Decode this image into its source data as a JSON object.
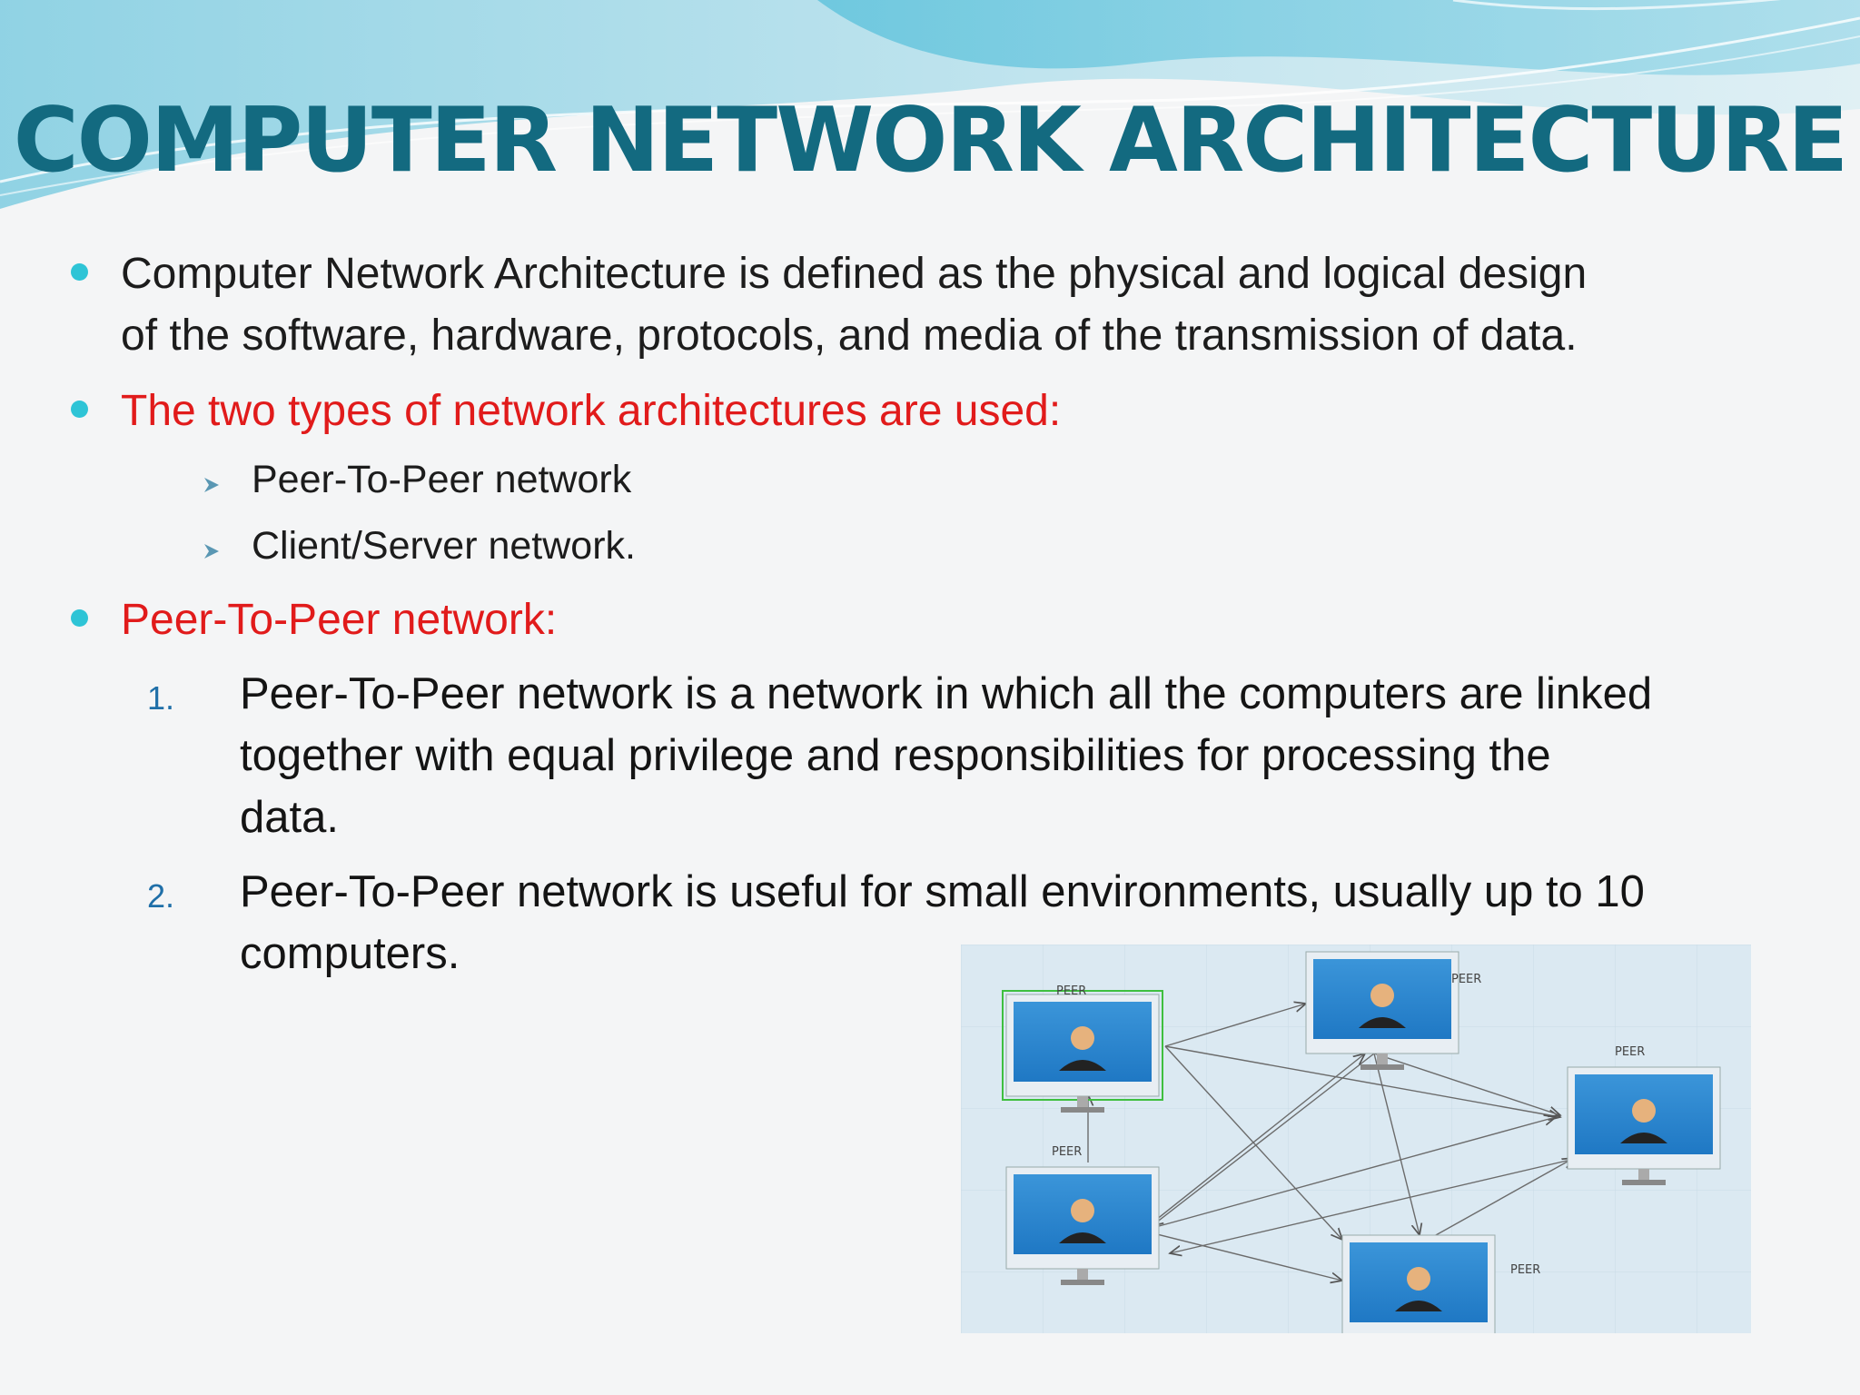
{
  "slide": {
    "title": "COMPUTER NETWORK ARCHITECTURE",
    "bullets": [
      {
        "line1": "Computer Network Architecture is defined as the physical and logical design",
        "line2": "of the software, hardware, protocols, and media of the transmission of data."
      },
      {
        "text": "The two types of network architectures are used:",
        "items": [
          "Peer-To-Peer network",
          "Client/Server network."
        ]
      },
      {
        "text": "Peer-To-Peer network:",
        "numbered": [
          {
            "number": "1.",
            "line1": "Peer-To-Peer network is a network in which all the computers are linked",
            "line2": "together with equal privilege and responsibilities for processing the",
            "line3": "data."
          },
          {
            "number": "2.",
            "line1": "Peer-To-Peer network is useful for small environments, usually up to 10",
            "line2": "computers."
          }
        ]
      }
    ],
    "diagram": {
      "labels": [
        "PEER",
        "PEER",
        "PEER",
        "PEER",
        "PEER"
      ]
    }
  },
  "colors": {
    "title": "#136a80",
    "accent_red": "#e11b1b",
    "bullet_dot": "#2ec4d6",
    "number": "#1f6fa8"
  }
}
